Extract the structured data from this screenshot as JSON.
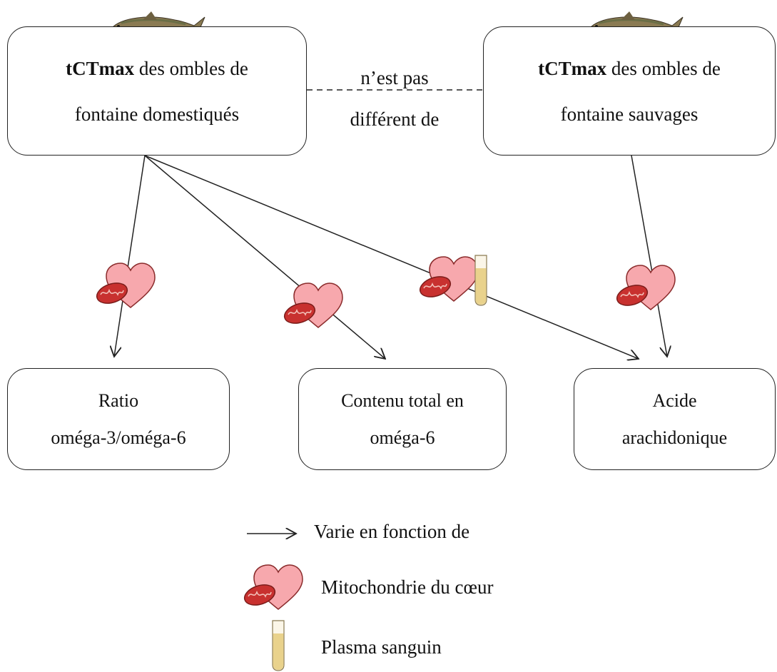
{
  "diagram": {
    "top_left": {
      "bold": "tCTmax",
      "text_rest": " des ombles de",
      "line2": "fontaine domestiqués"
    },
    "top_right": {
      "bold": "tCTmax",
      "text_rest": " des ombles de",
      "line2": "fontaine sauvages"
    },
    "relation": {
      "line1": "n’est pas",
      "line2": "différent de"
    },
    "bottom_left": {
      "line1": "Ratio",
      "line2": "oméga-3/oméga-6"
    },
    "bottom_middle": {
      "line1": "Contenu total en",
      "line2": "oméga-6"
    },
    "bottom_right": {
      "line1": "Acide",
      "line2": "arachidonique"
    }
  },
  "legend": {
    "arrow_label": "Varie en fonction de",
    "heart_label": "Mitochondrie du cœur",
    "plasma_label": "Plasma sanguin"
  },
  "colors": {
    "heart_fill": "#f7a8ad",
    "mito_fill": "#c8312f",
    "plasma_fill": "#e9d28c",
    "line": "#222222"
  },
  "icons": [
    "trout-icon",
    "heart-mitochondria-icon",
    "plasma-tube-icon",
    "arrow-icon"
  ]
}
